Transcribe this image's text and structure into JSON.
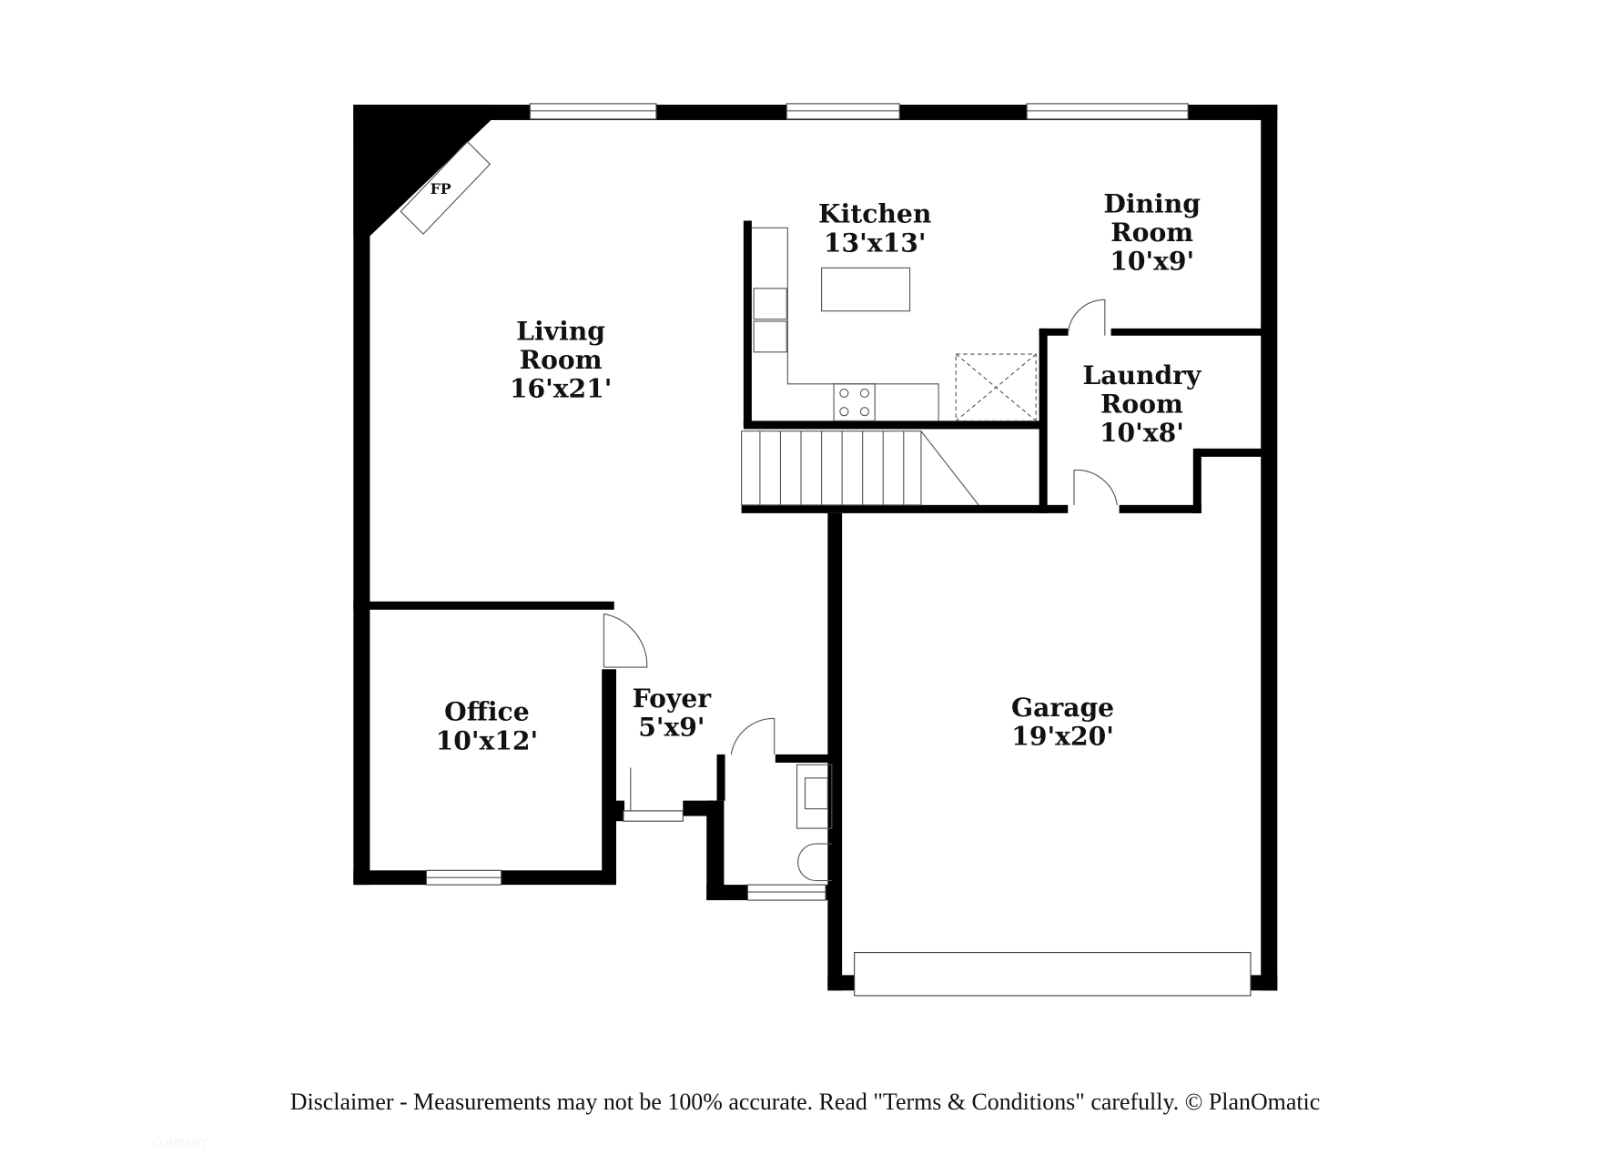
{
  "rooms": {
    "living": {
      "name1": "Living",
      "name2": "Room",
      "size": "16'x21'"
    },
    "kitchen": {
      "name": "Kitchen",
      "size": "13'x13'"
    },
    "dining": {
      "name1": "Dining",
      "name2": "Room",
      "size": "10'x9'"
    },
    "laundry": {
      "name1": "Laundry",
      "name2": "Room",
      "size": "10'x8'"
    },
    "office": {
      "name": "Office",
      "size": "10'x12'"
    },
    "foyer": {
      "name": "Foyer",
      "size": "5'x9'"
    },
    "garage": {
      "name": "Garage",
      "size": "19'x20'"
    }
  },
  "fireplace_label": "FP",
  "disclaimer": "Disclaimer - Measurements may not be 100% accurate. Read \"Terms & Conditions\" carefully. © PlanOmatic",
  "faint_text": "COMPANY",
  "colors": {
    "wall": "#000000",
    "background": "#ffffff"
  }
}
